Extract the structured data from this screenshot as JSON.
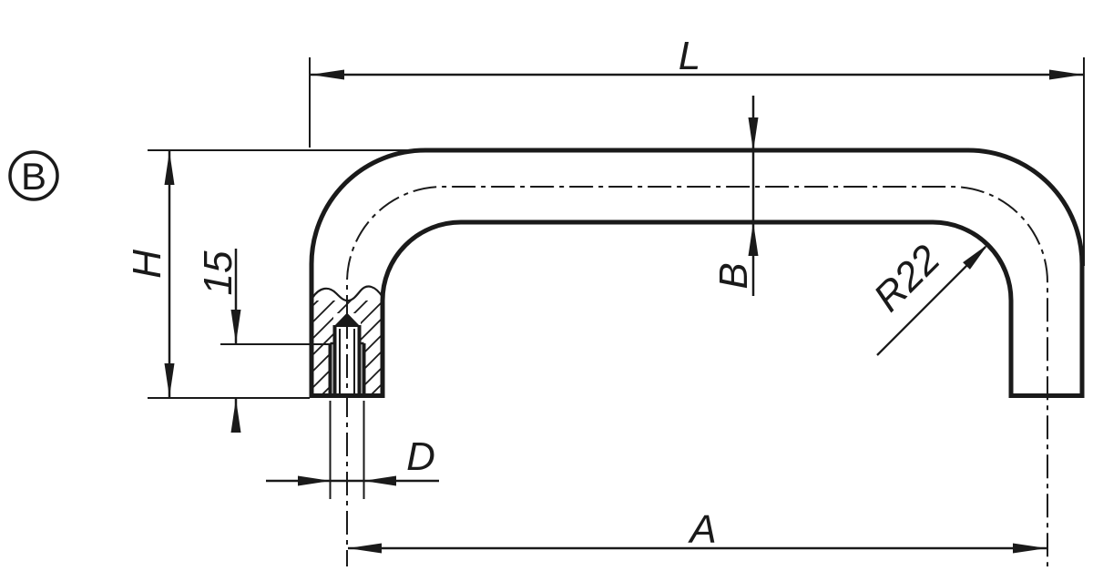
{
  "drawing": {
    "view_label": "B",
    "colors": {
      "line": "#1a1a1a",
      "background": "#ffffff"
    },
    "dimensions": {
      "overall_length": "L",
      "height": "H",
      "thread_depth": "15",
      "handle_diameter": "B",
      "bend_radius": "R22",
      "hole_diameter": "D",
      "mounting_distance": "A"
    }
  }
}
